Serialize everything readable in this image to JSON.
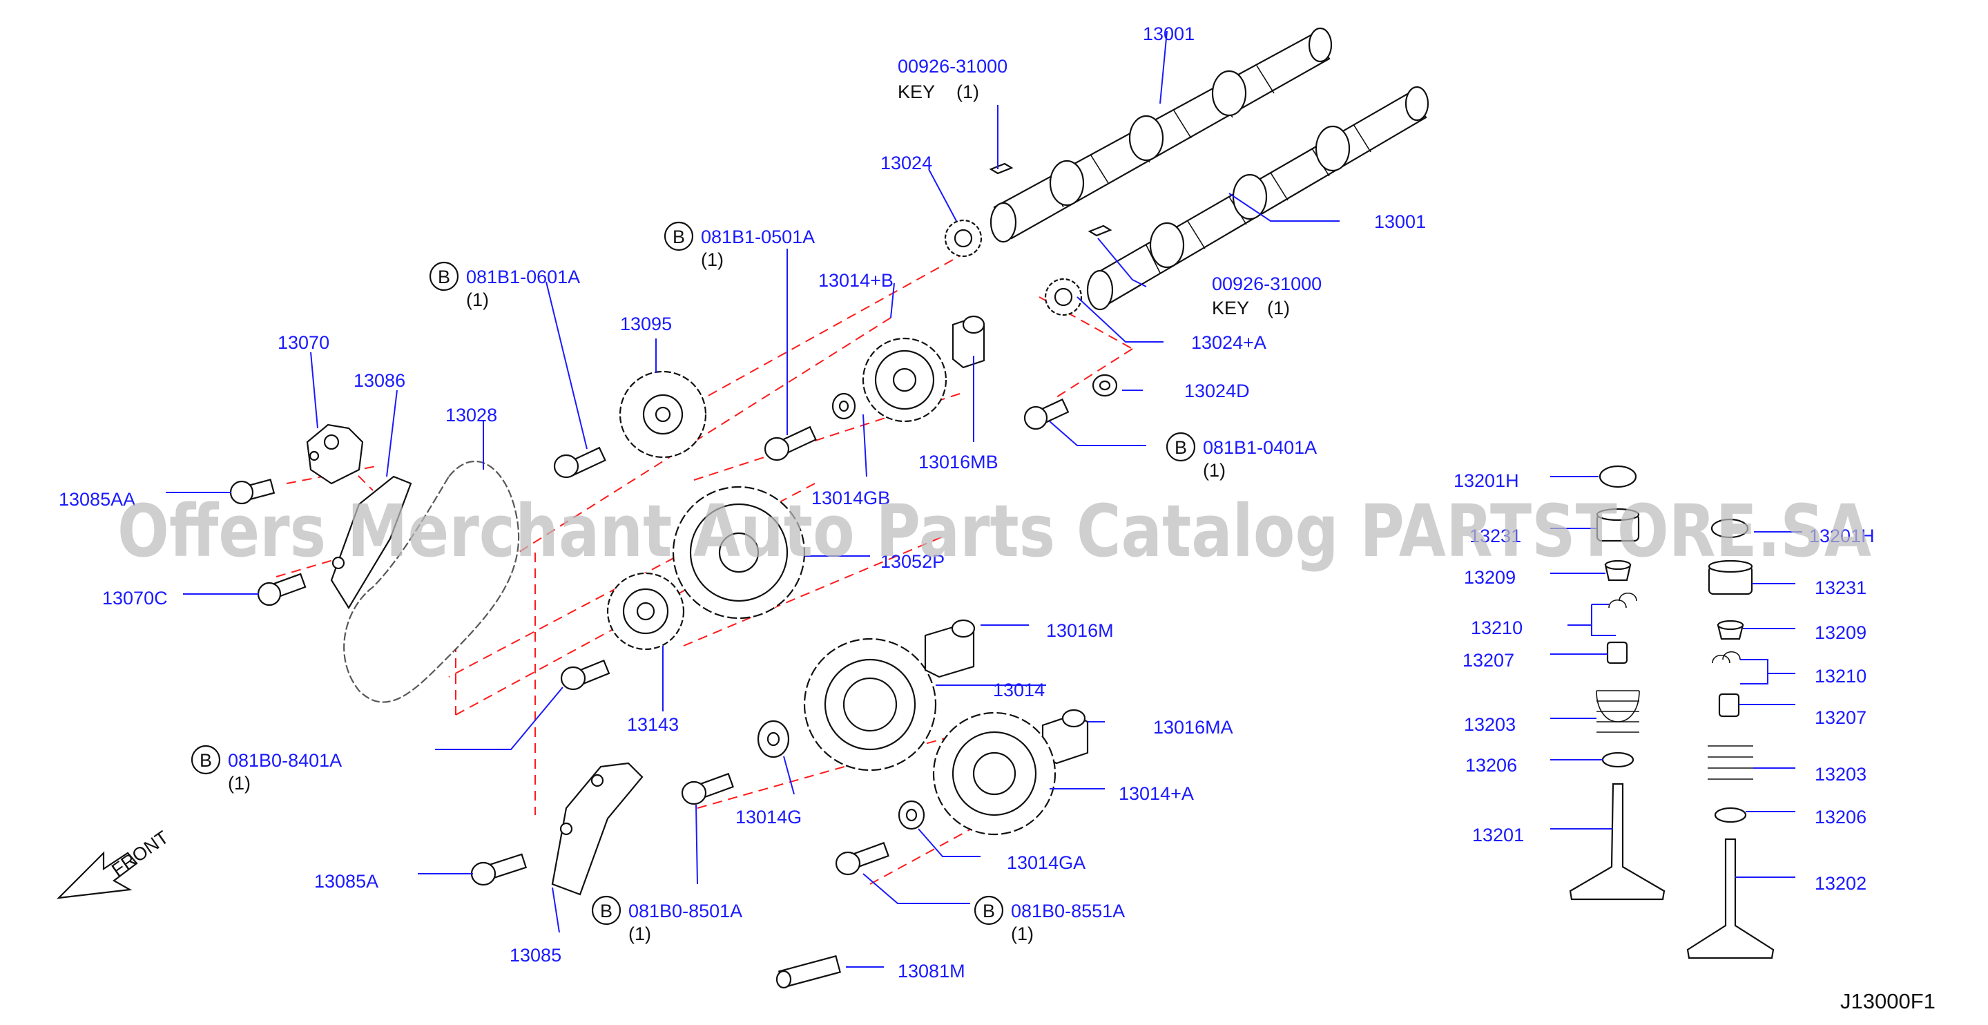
{
  "diagram": {
    "parts": {
      "p13001_top": "13001",
      "p00926_top": "00926-31000",
      "key_top": "KEY",
      "key_top_qty": "(1)",
      "p13024": "13024",
      "p13001_mid": "13001",
      "p00926_mid": "00926-31000",
      "key_mid": "KEY",
      "key_mid_qty": "(1)",
      "p13024A": "13024+A",
      "p13024D": "13024D",
      "b0401A": "081B1-0401A",
      "b0401A_qty": "(1)",
      "b0501A": "081B1-0501A",
      "b0501A_qty": "(1)",
      "p13014B": "13014+B",
      "b0601A": "081B1-0601A",
      "b0601A_qty": "(1)",
      "p13095": "13095",
      "p13016MB": "13016MB",
      "p13014GB": "13014GB",
      "p13070": "13070",
      "p13086": "13086",
      "p13028": "13028",
      "p13085AA": "13085AA",
      "p13070C": "13070C",
      "p13052P": "13052P",
      "p13016M": "13016M",
      "p13014": "13014",
      "p13143": "13143",
      "p13016MA": "13016MA",
      "b8401A": "081B0-8401A",
      "b8401A_qty": "(1)",
      "p13014A": "13014+A",
      "p13014G": "13014G",
      "p13014GA": "13014GA",
      "p13085A": "13085A",
      "b8501A": "081B0-8501A",
      "b8501A_qty": "(1)",
      "b8551A": "081B0-8551A",
      "b8551A_qty": "(1)",
      "p13085": "13085",
      "p13081M": "13081M",
      "p13201H": "13201H",
      "p13231_l": "13231",
      "p13209_l": "13209",
      "p13210_l": "13210",
      "p13207_l": "13207",
      "p13203_l": "13203",
      "p13206_l": "13206",
      "p13201": "13201",
      "p13201H_r": "13201H",
      "p13231_r": "13231",
      "p13209_r": "13209",
      "p13210_r": "13210",
      "p13207_r": "13207",
      "p13203_r": "13203",
      "p13206_r": "13206",
      "p13202": "13202"
    },
    "bolt_marker": "B",
    "front_label": "FRONT",
    "figure_code": "J13000F1",
    "watermark": "Offers Merchant Auto Parts Catalog PARTSTORE.SA",
    "colors": {
      "label": "#1a1aff",
      "dashed_line": "#ff1a1a",
      "watermark": "#bdbdbd"
    }
  }
}
